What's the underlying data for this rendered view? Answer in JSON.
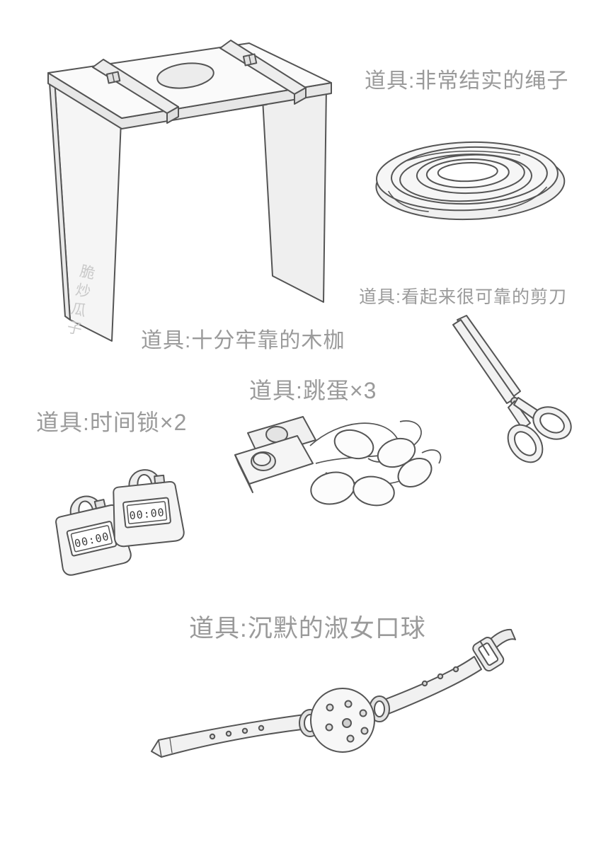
{
  "page": {
    "background": "#ffffff"
  },
  "colors": {
    "label_text": "#9a9a9a",
    "line": "#545454",
    "watermark": "#c9c9c9"
  },
  "labels": {
    "rope": "道具:非常结实的绳子",
    "scissors": "道具:看起来很可靠的剪刀",
    "stocks": "道具:十分牢靠的木枷",
    "eggs": "道具:跳蛋×3",
    "locks": "道具:时间锁×2",
    "gag": "道具:沉默的淑女口球"
  },
  "lock_display": "00:00",
  "watermark": "脆炒瓜子",
  "illustrations": [
    "wooden-stocks-bench",
    "rope-coil",
    "scissors",
    "egg-vibrators-with-remotes",
    "timer-padlocks",
    "ball-gag"
  ]
}
